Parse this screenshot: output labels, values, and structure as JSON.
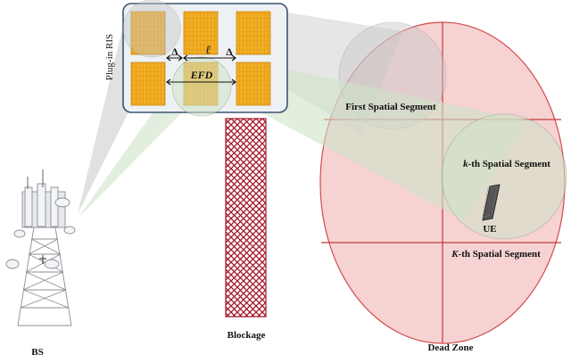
{
  "labels": {
    "plugin_ris": "Plug-in RIS",
    "delta_left": "Δ",
    "ell": "ℓ",
    "delta_right": "Δ",
    "efd": "EFD",
    "first_segment": "First Spatial Segment",
    "kth_segment_k": "k",
    "kth_segment_rest": "-th Spatial Segment",
    "ue": "UE",
    "Kth_segment_K": "K",
    "Kth_segment_rest": "-th Spatial Segment",
    "blockage": "Blockage",
    "dead_zone": "Dead Zone",
    "bs": "BS"
  },
  "colors": {
    "dead_zone_fill": "#f6d2d2",
    "dead_zone_stroke": "#d24a4a",
    "blockage": "#a3152a",
    "ris_tile": "#f3ae22",
    "ris_frame": "#3b5470",
    "beam_green": "#cfe3c8",
    "beam_gray": "#c8c8c8"
  }
}
